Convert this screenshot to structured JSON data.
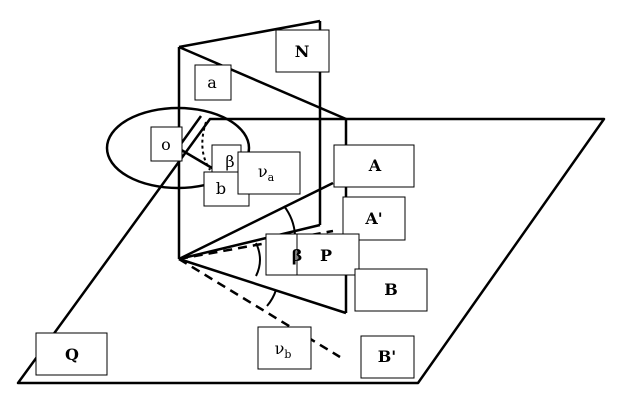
{
  "labels": {
    "N": "N",
    "a": "a",
    "o": "o",
    "beta_small": "β",
    "b": "b",
    "nu_a": "ν",
    "nu_a_sub": "a",
    "A": "A",
    "A_prime": "A'",
    "beta": "β",
    "P": "P",
    "B": "B",
    "Q": "Q",
    "nu_b": "ν",
    "nu_b_sub": "b",
    "B_prime": "B'"
  },
  "colors": {
    "line": "#000000",
    "background": "#ffffff"
  }
}
